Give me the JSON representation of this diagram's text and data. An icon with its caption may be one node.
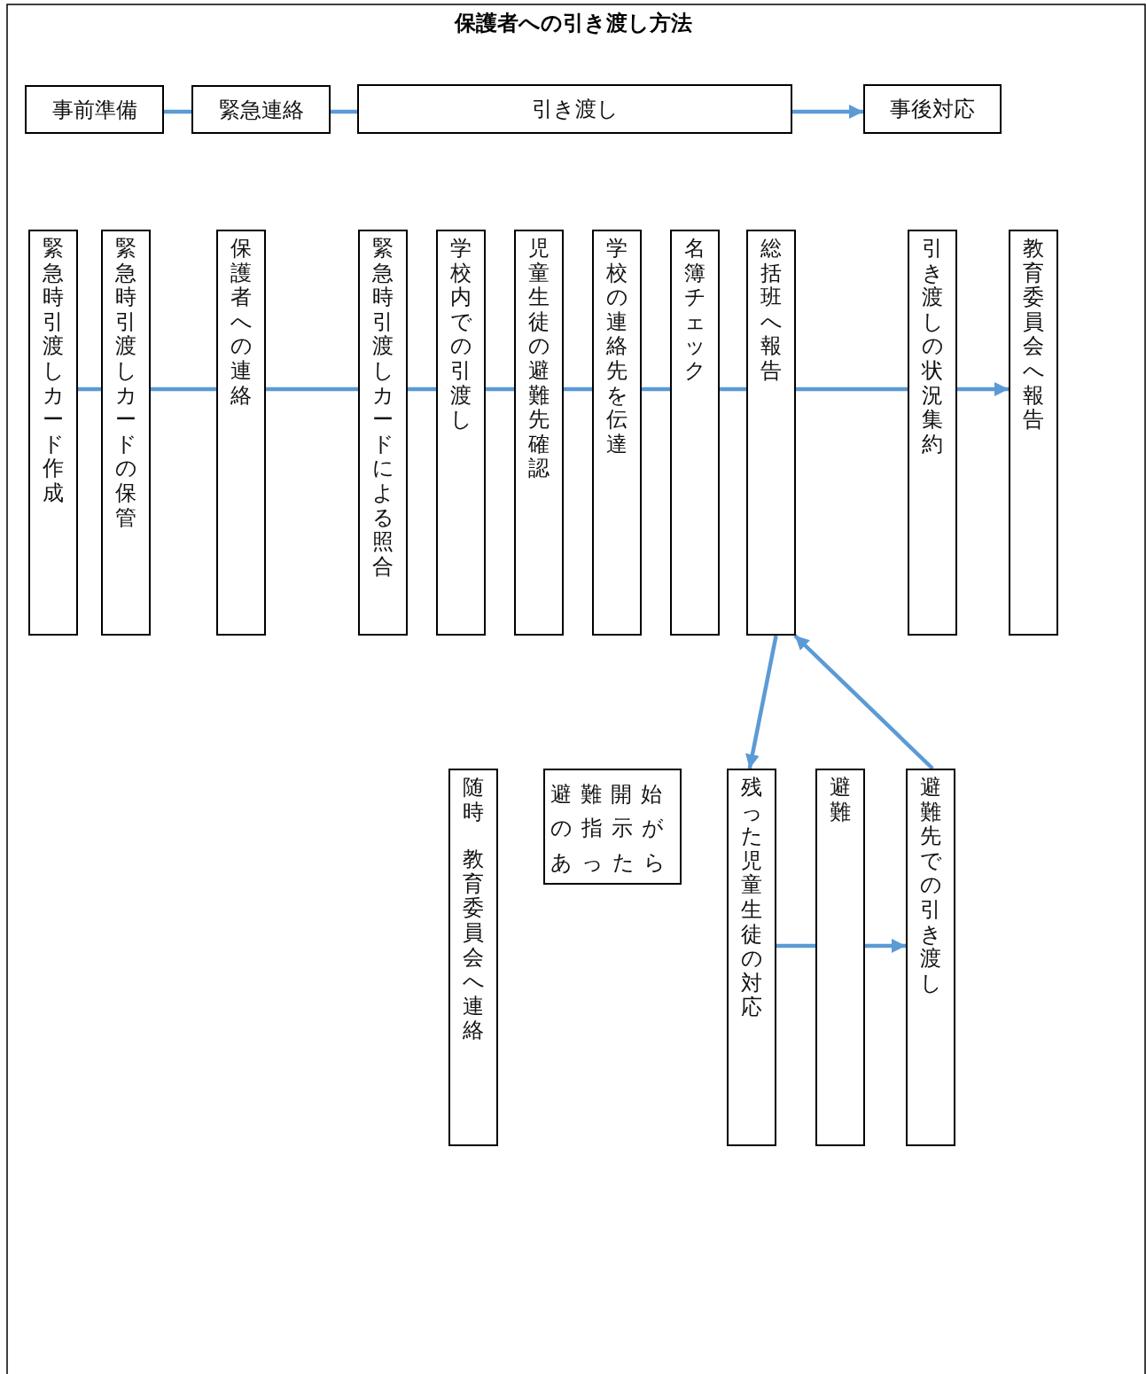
{
  "diagram": {
    "title": "保護者への引き渡し方法",
    "nodes": [
      {
        "text": [
          "事前準備"
        ]
      },
      {
        "text": [
          "緊急連絡"
        ]
      },
      {
        "text": [
          "引き渡し"
        ]
      },
      {
        "text": [
          "事後対応"
        ]
      },
      {
        "text": [
          "緊急時引渡しカード作成"
        ]
      },
      {
        "text": [
          "緊急時引渡しカードの保管"
        ]
      },
      {
        "text": [
          "保護者への連絡"
        ]
      },
      {
        "text": [
          "緊急時引渡しカードによる照合"
        ]
      },
      {
        "text": [
          "学校内での引渡し"
        ]
      },
      {
        "text": [
          "児童生徒の避難先確認"
        ]
      },
      {
        "text": [
          "学校の連絡先を伝達"
        ]
      },
      {
        "text": [
          "名簿チェック"
        ]
      },
      {
        "text": [
          "総括班へ報告"
        ]
      },
      {
        "text": [
          "引き渡しの状況集約"
        ]
      },
      {
        "text": [
          "教育委員会へ報告"
        ]
      },
      {
        "text": [
          "随時",
          "教育委員会へ連絡"
        ]
      },
      {
        "text": [
          "避難開始の指示があったら"
        ]
      },
      {
        "text": [
          "残った児童生徒の対応"
        ]
      },
      {
        "text": [
          "避難"
        ]
      },
      {
        "text": [
          "避難先での引き渡し"
        ]
      }
    ],
    "edges": [
      {
        "from": 0,
        "to": 1,
        "arrow": "none"
      },
      {
        "from": 1,
        "to": 2,
        "arrow": "none"
      },
      {
        "from": 2,
        "to": 3,
        "arrow": "to"
      },
      {
        "from": 4,
        "to": 5,
        "arrow": "none"
      },
      {
        "from": 5,
        "to": 6,
        "arrow": "none"
      },
      {
        "from": 6,
        "to": 7,
        "arrow": "none"
      },
      {
        "from": 7,
        "to": 8,
        "arrow": "none"
      },
      {
        "from": 8,
        "to": 9,
        "arrow": "none"
      },
      {
        "from": 9,
        "to": 10,
        "arrow": "none"
      },
      {
        "from": 10,
        "to": 11,
        "arrow": "none"
      },
      {
        "from": 11,
        "to": 12,
        "arrow": "none"
      },
      {
        "from": 12,
        "to": 13,
        "arrow": "none"
      },
      {
        "from": 13,
        "to": 14,
        "arrow": "to"
      },
      {
        "from": 12,
        "to": 17,
        "arrow": "to"
      },
      {
        "from": 17,
        "to": 18,
        "arrow": "none"
      },
      {
        "from": 18,
        "to": 19,
        "arrow": "to"
      },
      {
        "from": 19,
        "to": 12,
        "arrow": "to"
      }
    ]
  }
}
